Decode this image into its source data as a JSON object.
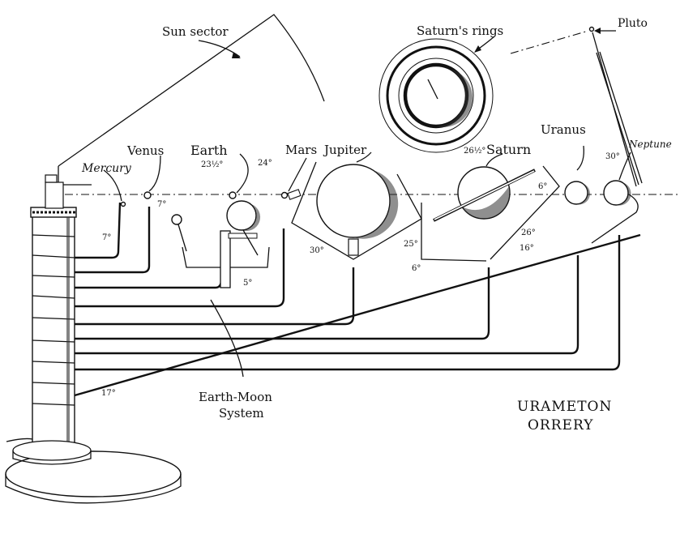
{
  "title": {
    "line1": "URAMETON",
    "line2": "ORRERY"
  },
  "labels": {
    "sun_sector": "Sun sector",
    "saturns_rings": "Saturn's rings",
    "pluto": "Pluto",
    "mercury": "Mercury",
    "venus": "Venus",
    "earth": "Earth",
    "mars": "Mars",
    "jupiter": "Jupiter",
    "saturn": "Saturn",
    "uranus": "Uranus",
    "neptune": "Neptune",
    "earth_moon_1": "Earth-Moon",
    "earth_moon_2": "System"
  },
  "angles": {
    "earth_tilt": "23½°",
    "mars_tilt": "24°",
    "moon_7": "7°",
    "mercury_7": "7°",
    "earth_5": "5°",
    "jupiter_30": "30°",
    "jupiter_25": "25°",
    "saturn_6": "6°",
    "saturn_tilt": "26½°",
    "uranus_6": "6°",
    "uranus_26": "26°",
    "uranus_16": "16°",
    "neptune_30": "30°",
    "column_17": "17°"
  }
}
